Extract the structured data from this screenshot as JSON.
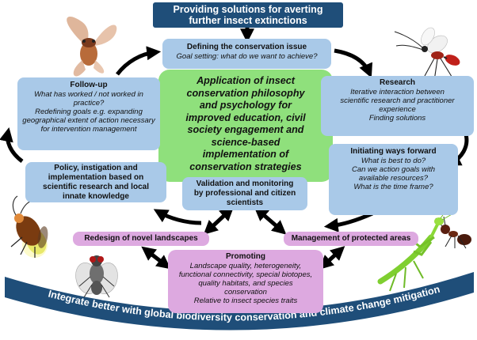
{
  "header": {
    "line1": "Providing solutions for averting",
    "line2": "further insect extinctions"
  },
  "center": {
    "lines": [
      "Application of insect",
      "conservation philosophy",
      "and psychology for",
      "improved education, civil",
      "society engagement and",
      "science-based",
      "implementation of",
      "conservation strategies"
    ]
  },
  "defining": {
    "title": "Defining the conservation issue",
    "text": "Goal setting: what do we want to achieve?"
  },
  "research": {
    "title": "Research",
    "lines": [
      "Iterative interaction between",
      "scientific research and practitioner",
      "experience"
    ],
    "text2": "Finding solutions"
  },
  "initiating": {
    "title": "Initiating ways forward",
    "q1": "What is best to do?",
    "q2_lines": [
      "Can we action goals with",
      "available resources?"
    ],
    "q3": "What is the time frame?"
  },
  "followup": {
    "title": "Follow-up",
    "q1_lines": [
      "What has worked / not worked in",
      "practice?"
    ],
    "q2_lines": [
      "Redefining goals e.g. expanding",
      "geographical extent of action necessary",
      "for intervention management"
    ]
  },
  "policy": {
    "lines": [
      "Policy, instigation and",
      "implementation based on",
      "scientific research and local",
      "innate knowledge"
    ]
  },
  "validation": {
    "lines": [
      "Validation and monitoring",
      "by professional and citizen",
      "scientists"
    ]
  },
  "redesign": {
    "title": "Redesign of novel landscapes"
  },
  "management": {
    "title": "Management of protected areas"
  },
  "promoting": {
    "title": "Promoting",
    "lines": [
      "Landscape quality, heterogeneity,",
      "functional connectivity, special biotopes,",
      "quality habitats, and species",
      "conservation"
    ],
    "text2": "Relative to insect species traits"
  },
  "banner": {
    "text": "Integrate better with global biodiversity conservation and climate change mitigation"
  },
  "colors": {
    "navy": "#1f4e79",
    "blue_box": "#a9c9e8",
    "green_box": "#8fe07c",
    "pink_box": "#dda9e0",
    "arrow": "#000000"
  },
  "icons": [
    "cicada-icon",
    "wasp-icon",
    "firefly-icon",
    "fly-icon",
    "ant-icon",
    "mantis-icon"
  ]
}
